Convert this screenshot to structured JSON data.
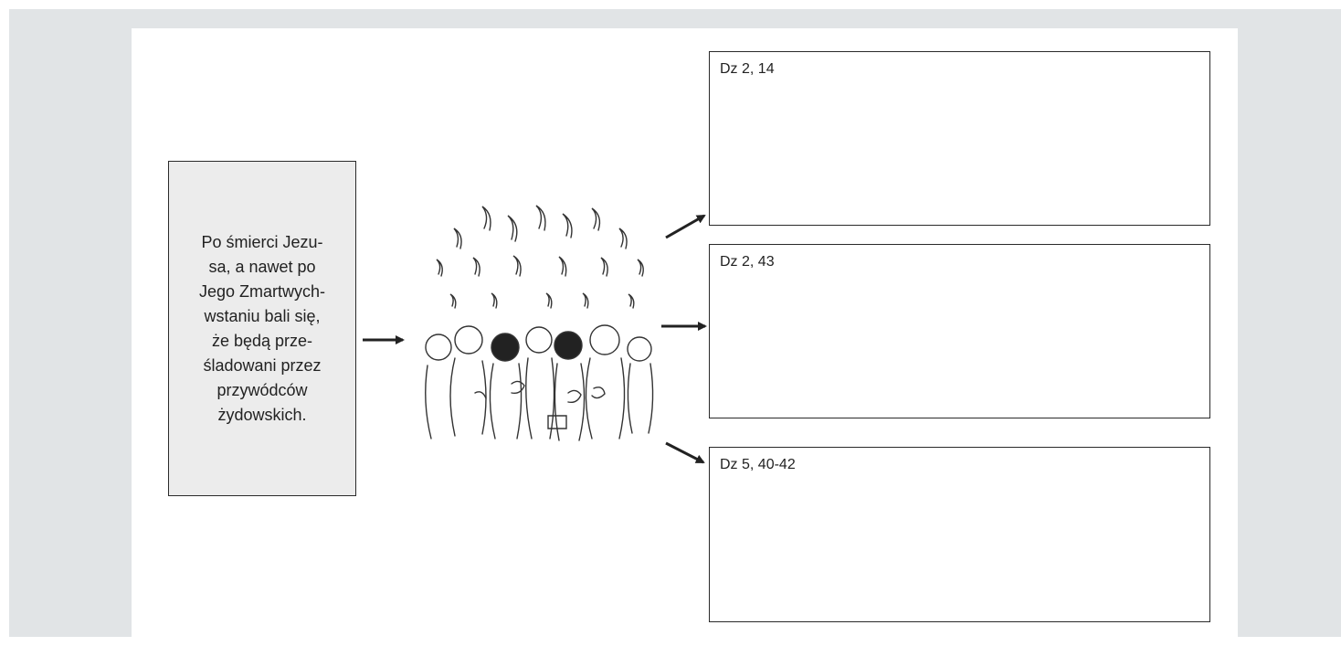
{
  "diagram": {
    "source_text": "Po śmierci Jezu-\nsa, a nawet po\nJego Zmartwych-\nwstaniu bali się,\nże będą prze-\nśladowani przez\nprzywódców\nżydowskich.",
    "illustration": "pentecost-apostles-with-flames",
    "targets": [
      {
        "ref": "Dz 2, 14"
      },
      {
        "ref": "Dz 2, 43"
      },
      {
        "ref": "Dz 5, 40-42"
      }
    ]
  }
}
